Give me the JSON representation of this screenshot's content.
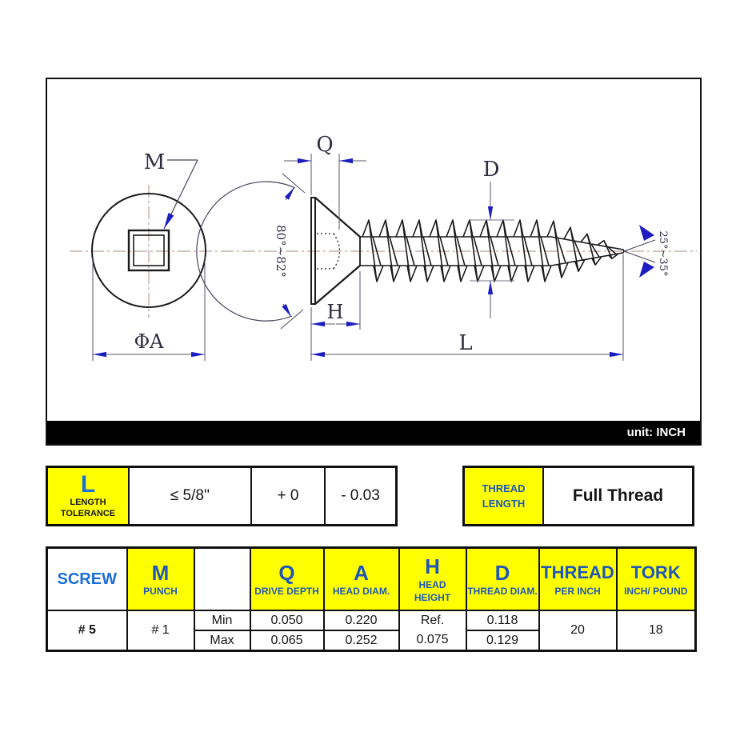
{
  "drawing": {
    "unit_label": "unit: INCH",
    "labels": {
      "square_drive": "M",
      "drive_depth": "Q",
      "thread_diameter": "D",
      "head_height": "H",
      "length": "L",
      "head_diameter": "ΦA",
      "head_angle": "80°~82°",
      "point_angle": "25°~35°"
    }
  },
  "length_tolerance_table": {
    "symbol": "L",
    "title_line1": "LENGTH",
    "title_line2": "TOLERANCE",
    "range": "≤ 5/8''",
    "plus": "+ 0",
    "minus": "- 0.03"
  },
  "thread_length_table": {
    "title_line1": "THREAD",
    "title_line2": "LENGTH",
    "value": "Full Thread"
  },
  "spec_table": {
    "headers": {
      "screw": "SCREW",
      "m": {
        "symbol": "M",
        "sub": "PUNCH"
      },
      "q": {
        "symbol": "Q",
        "sub": "DRIVE DEPTH"
      },
      "a": {
        "symbol": "A",
        "sub": "HEAD DIAM."
      },
      "h": {
        "symbol": "H",
        "sub": "HEAD HEIGHT"
      },
      "d": {
        "symbol": "D",
        "sub": "THREAD DIAM."
      },
      "thread": {
        "symbol": "THREAD",
        "sub": "PER INCH"
      },
      "tork": {
        "symbol": "TORK",
        "sub": "INCH/ POUND"
      }
    },
    "rows": {
      "min_label": "Min",
      "max_label": "Max",
      "screw": "# 5",
      "punch": "# 1",
      "q_min": "0.050",
      "q_max": "0.065",
      "a_min": "0.220",
      "a_max": "0.252",
      "h_min": "Ref.",
      "h_max": "0.075",
      "d_min": "0.118",
      "d_max": "0.129",
      "thread_per_inch": "20",
      "tork": "18"
    }
  },
  "colors": {
    "accent_blue_text": "#1b6ed6",
    "accent_blue_dark": "#1e57b8",
    "highlight_yellow": "#ffff00",
    "dimension_arrow_blue": "#1d1dc2",
    "centerline_brown": "#a98f85"
  }
}
